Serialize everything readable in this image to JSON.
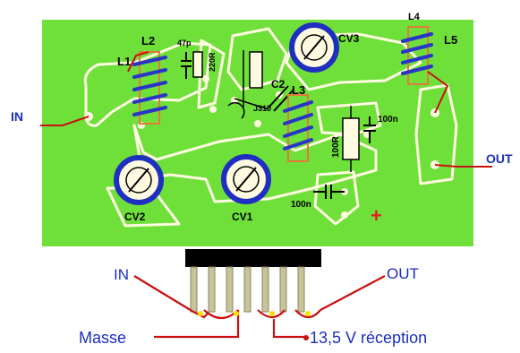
{
  "board": {
    "input_label": "IN",
    "output_label": "OUT",
    "components": {
      "l1": "L1",
      "l2": "L2",
      "l3": "L3",
      "l4": "L4",
      "l5": "L5",
      "c_47p": "47p",
      "r_220r": "220R",
      "jfet": "J310",
      "c2": "C2",
      "cv1": "CV1",
      "cv2": "CV2",
      "cv3": "CV3",
      "r_100r": "100R",
      "c_100n_top": "100n",
      "c_100n_bottom": "100n",
      "plus": "+"
    }
  },
  "connector": {
    "in_label": "IN",
    "out_label": "OUT",
    "ground_label": "Masse",
    "supply_label": "13,5 V réception"
  },
  "colors": {
    "board": "#6fe03a",
    "track": "#fffbe0",
    "coil": "#2a34c8",
    "coil_outline": "#e27a3a",
    "trimmer_ring": "#1f2fbf",
    "wire_red": "#c81010",
    "plus_red": "#e02020",
    "label_blue": "#1a2fbf"
  }
}
